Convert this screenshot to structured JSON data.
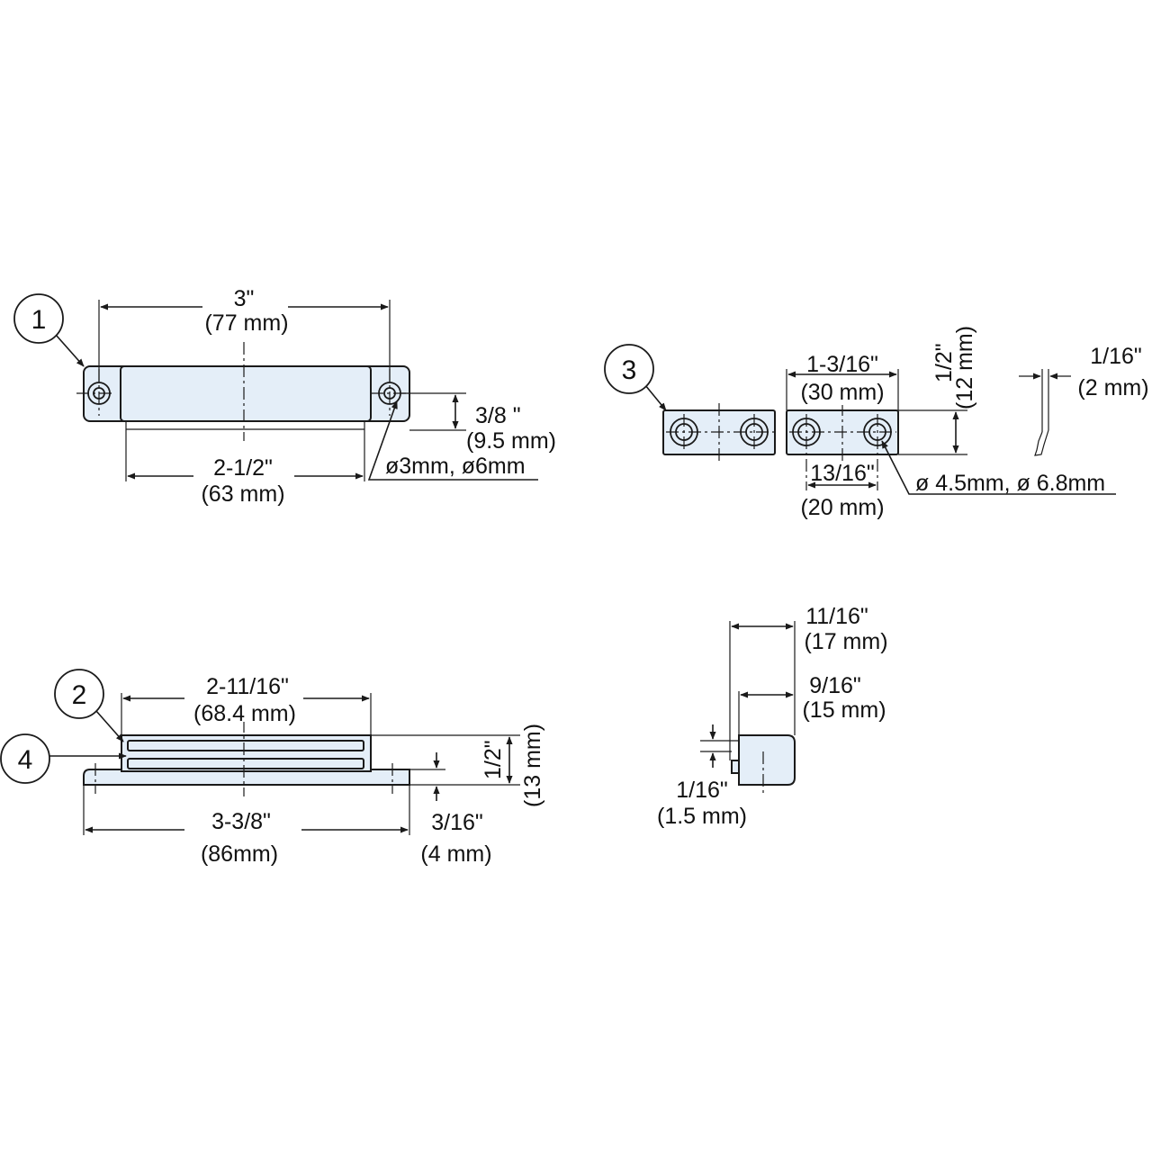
{
  "callouts": {
    "c1": "1",
    "c2": "2",
    "c3": "3",
    "c4": "4"
  },
  "part1": {
    "overall_in": "3\"",
    "overall_mm": "(77 mm)",
    "hole_spacing_in": "2-1/2\"",
    "hole_spacing_mm": "(63 mm)",
    "height_in": "3/8 \"",
    "height_mm": "(9.5 mm)",
    "hole_dia": "ø3mm, ø6mm"
  },
  "part3": {
    "length_in": "1-3/16\"",
    "length_mm": "(30 mm)",
    "height_in": "1/2\"",
    "height_mm": "(12 mm)",
    "spacing_in": "13/16\"",
    "spacing_mm": "(20 mm)",
    "hole_dia": "ø 4.5mm, ø 6.8mm",
    "thick_in": "1/16\"",
    "thick_mm": "(2 mm)"
  },
  "part2": {
    "top_len_in": "2-11/16\"",
    "top_len_mm": "(68.4 mm)",
    "height_in": "1/2\"",
    "height_mm": "(13 mm)",
    "base_len_in": "3-3/8\"",
    "base_len_mm": "(86mm)",
    "flange_in": "3/16\"",
    "flange_mm": "(4 mm)"
  },
  "side": {
    "depth_in": "11/16\"",
    "depth_mm": "(17 mm)",
    "body_in": "9/16\"",
    "body_mm": "(15 mm)",
    "lip_in": "1/16\"",
    "lip_mm": "(1.5 mm)"
  }
}
